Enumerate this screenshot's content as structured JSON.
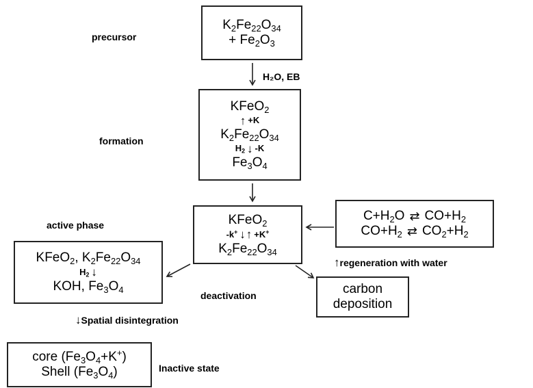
{
  "labels": {
    "precursor": "precursor",
    "formation": "formation",
    "active_phase": "active phase",
    "deactivation": "deactivation",
    "inactive_state": "Inactive state"
  },
  "arrows": {
    "h2o_eb": "H₂O, EB",
    "regeneration": "regeneration with water",
    "spatial": "Spatial disintegration",
    "plus_k": "+K",
    "minus_k": "-K",
    "h2": "H",
    "minus_k_ion": "-k",
    "plus_k_ion": "+K"
  },
  "boxes": {
    "precursor": {
      "line1_a": "K",
      "line1_b": "Fe",
      "line1_c": "O",
      "line2": "+ Fe",
      "line2_b": "O"
    },
    "formation": {
      "top": "KFeO",
      "mid_a": "K",
      "mid_b": "Fe",
      "mid_c": "O",
      "bottom_a": "Fe",
      "bottom_b": "O"
    },
    "active": {
      "top": "KFeO",
      "bottom_a": "K",
      "bottom_b": "Fe",
      "bottom_c": "O"
    },
    "equilibria": {
      "r1_left": "C+H",
      "r1_left_b": "O",
      "r1_right": "CO+H",
      "r2_left": "CO+H",
      "r2_right": "CO",
      "r2_right_b": "+H"
    },
    "left": {
      "l1_a": "KFeO",
      "l1_b": ", K",
      "l1_c": "Fe",
      "l1_d": "O",
      "l2_a": "KOH, Fe",
      "l2_b": "O"
    },
    "carbon": {
      "l1": "carbon",
      "l2": "deposition"
    },
    "inactive": {
      "l1_a": "core (Fe",
      "l1_b": "O",
      "l1_c": "+K",
      "l1_d": ")",
      "l2_a": "Shell (Fe",
      "l2_b": "O",
      "l2_c": ")"
    }
  },
  "subs": {
    "2": "2",
    "3": "3",
    "4": "4",
    "22": "22",
    "34": "34",
    "plus": "+"
  }
}
